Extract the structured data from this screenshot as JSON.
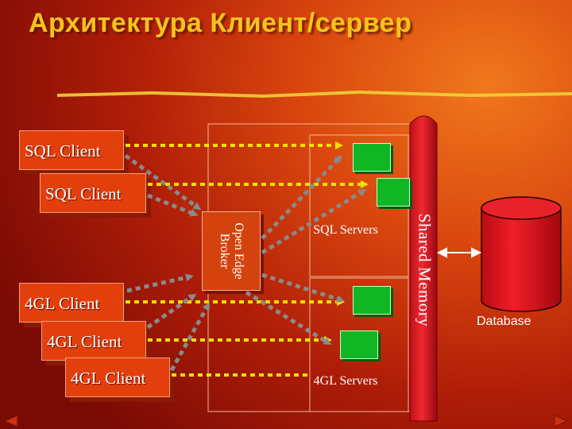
{
  "title": "Архитектура Клиент/сервер",
  "clients": {
    "sql_1": "SQL Client",
    "sql_2": "SQL Client",
    "gl_1": "4GL Client",
    "gl_2": "4GL Client",
    "gl_3": "4GL Client"
  },
  "broker": "Open Edge Broker",
  "sql_servers": "SQL Servers",
  "gl_servers": "4GL Servers",
  "shared_memory": "Shared Memory",
  "database": "Database",
  "colors": {
    "title": "#f4c41a",
    "connector": "#f2e000",
    "dashed_grey": "#8a8a8a",
    "server": "#11b624",
    "database": "#e0141e"
  }
}
